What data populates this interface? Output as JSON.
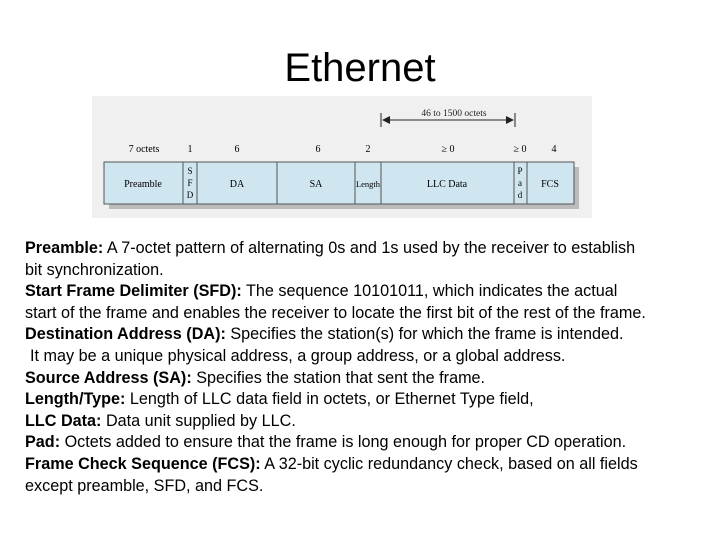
{
  "title": "Ethernet",
  "frame_diagram": {
    "span_label": "46 to 1500 octets",
    "fields": [
      {
        "size": "7 octets",
        "name": "Preamble"
      },
      {
        "size": "1",
        "name_lines": [
          "S",
          "F",
          "D"
        ]
      },
      {
        "size": "6",
        "name": "DA"
      },
      {
        "size": "6",
        "name": "SA"
      },
      {
        "size": "2",
        "name": "Length"
      },
      {
        "size": "≥ 0",
        "name": "LLC Data"
      },
      {
        "size": "≥ 0",
        "name_lines": [
          "P",
          "a",
          "d"
        ]
      },
      {
        "size": "4",
        "name": "FCS"
      }
    ]
  },
  "definitions": [
    {
      "term": "Preamble:",
      "text": " A 7-octet pattern of alternating 0s and 1s used by the receiver to establish"
    },
    {
      "term": "",
      "text": "bit synchronization."
    },
    {
      "term": "Start Frame Delimiter (SFD):",
      "text": " The sequence 10101011, which indicates the actual"
    },
    {
      "term": "",
      "text": "start of the frame and enables the receiver to locate the first bit of the rest of the frame."
    },
    {
      "term": "Destination Address (DA):",
      "text": " Specifies the station(s) for which the frame is intended."
    },
    {
      "term": "",
      "text": "It may be a unique physical address, a group address, or a global address."
    },
    {
      "term": "Source Address (SA):",
      "text": " Specifies the station that sent the frame."
    },
    {
      "term": "Length/Type:",
      "text": " Length of LLC data field in octets, or Ethernet Type field,"
    },
    {
      "term": "LLC Data:",
      "text": " Data unit supplied by LLC."
    },
    {
      "term": "Pad:",
      "text": " Octets added to ensure that the frame is long enough for proper CD operation."
    },
    {
      "term": "Frame Check Sequence (FCS):",
      "text": " A 32-bit cyclic redundancy check, based on all fields"
    },
    {
      "term": "",
      "text": "except preamble, SFD, and FCS."
    }
  ]
}
